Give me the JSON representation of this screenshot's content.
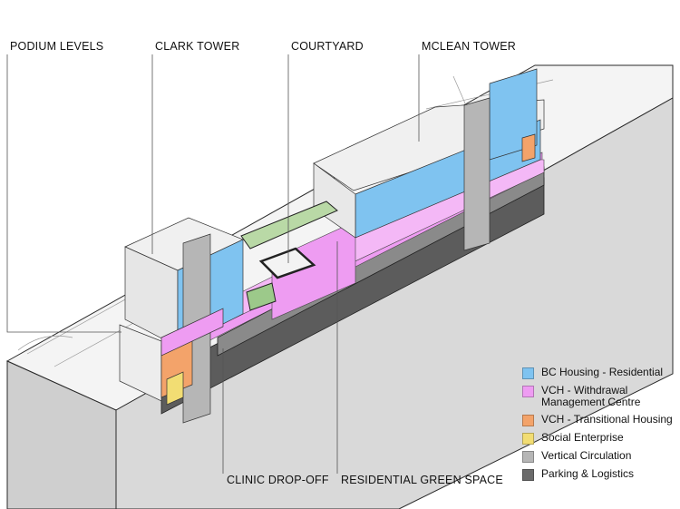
{
  "callouts": {
    "podium_levels": "PODIUM LEVELS",
    "clark_tower": "CLARK TOWER",
    "courtyard": "COURTYARD",
    "mclean_tower": "MCLEAN TOWER",
    "clinic_dropoff": "CLINIC DROP-OFF",
    "residential_green_space": "RESIDENTIAL GREEN SPACE"
  },
  "legend": [
    {
      "label": "BC Housing - Residential",
      "color": "#7fc3f0"
    },
    {
      "label": "VCH - Withdrawal\nManagement Centre",
      "color": "#ee9cf2"
    },
    {
      "label": "VCH - Transitional Housing",
      "color": "#f3a36a"
    },
    {
      "label": "Social Enterprise",
      "color": "#f2dd73"
    },
    {
      "label": "Vertical Circulation",
      "color": "#b6b6b6"
    },
    {
      "label": "Parking & Logistics",
      "color": "#6b6b6b"
    }
  ]
}
